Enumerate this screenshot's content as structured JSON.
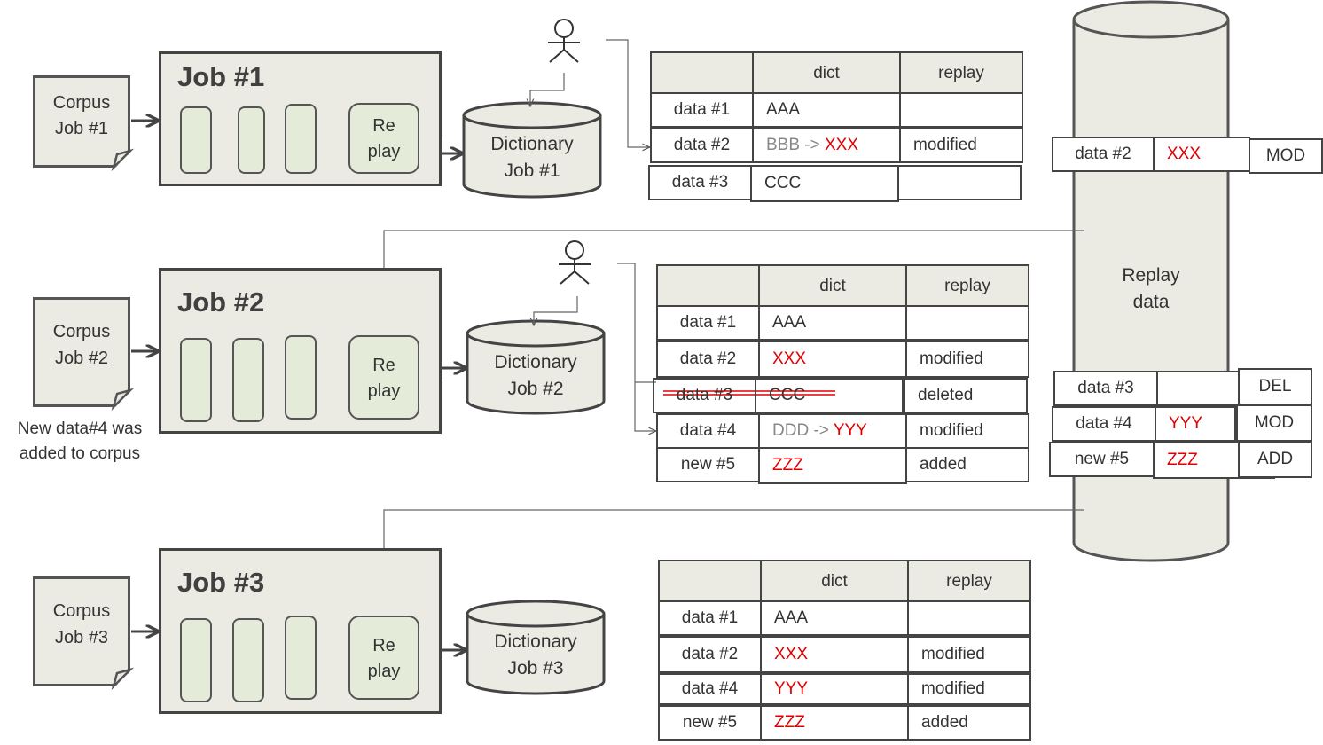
{
  "corpora": [
    {
      "line1": "Corpus",
      "line2": "Job #1"
    },
    {
      "line1": "Corpus",
      "line2": "Job #2"
    },
    {
      "line1": "Corpus",
      "line2": "Job #3"
    }
  ],
  "corpus_note": {
    "line1": "New data#4 was",
    "line2": "added to corpus"
  },
  "jobs": [
    {
      "title": "Job #1",
      "replay1": "Re",
      "replay2": "play"
    },
    {
      "title": "Job #2",
      "replay1": "Re",
      "replay2": "play"
    },
    {
      "title": "Job #3",
      "replay1": "Re",
      "replay2": "play"
    }
  ],
  "dictionaries": [
    {
      "line1": "Dictionary",
      "line2": "Job #1"
    },
    {
      "line1": "Dictionary",
      "line2": "Job #2"
    },
    {
      "line1": "Dictionary",
      "line2": "Job #3"
    }
  ],
  "replay_store": {
    "line1": "Replay",
    "line2": "data"
  },
  "tables": {
    "headers": {
      "dict": "dict",
      "replay": "replay"
    },
    "t1": {
      "r1": {
        "id": "data #1",
        "dict": "AAA",
        "replay": ""
      },
      "r2": {
        "id": "data #2",
        "dict_old": "BBB -> ",
        "dict_new": "XXX",
        "replay": "modified"
      },
      "r3": {
        "id": "data #3",
        "dict": "CCC",
        "replay": ""
      }
    },
    "t2": {
      "r1": {
        "id": "data #1",
        "dict": "AAA",
        "replay": ""
      },
      "r2": {
        "id": "data #2",
        "dict": "XXX",
        "replay": "modified"
      },
      "r3": {
        "id": "data #3",
        "dict": "CCC",
        "replay": "deleted"
      },
      "r4": {
        "id": "data #4",
        "dict_old": "DDD -> ",
        "dict_new": "YYY",
        "replay": "modified"
      },
      "r5": {
        "id": "new #5",
        "dict": "ZZZ",
        "replay": "added"
      }
    },
    "t3": {
      "r1": {
        "id": "data #1",
        "dict": "AAA",
        "replay": ""
      },
      "r2": {
        "id": "data #2",
        "dict": "XXX",
        "replay": "modified"
      },
      "r3": {
        "id": "data #4",
        "dict": "YYY",
        "replay": "modified"
      },
      "r4": {
        "id": "new #5",
        "dict": "ZZZ",
        "replay": "added"
      }
    }
  },
  "replay_records": {
    "rec1": {
      "id": "data #2",
      "value": "XXX",
      "op": "MOD"
    },
    "rec2": {
      "id": "data #3",
      "value": "",
      "op": "DEL"
    },
    "rec3": {
      "id": "data #4",
      "value": "YYY",
      "op": "MOD"
    },
    "rec4": {
      "id": "new #5",
      "value": "ZZZ",
      "op": "ADD"
    }
  },
  "colors": {
    "panel": "#ecebe3",
    "stage": "#e4ecd9",
    "highlight": "#e00000",
    "old_value": "#888888"
  }
}
